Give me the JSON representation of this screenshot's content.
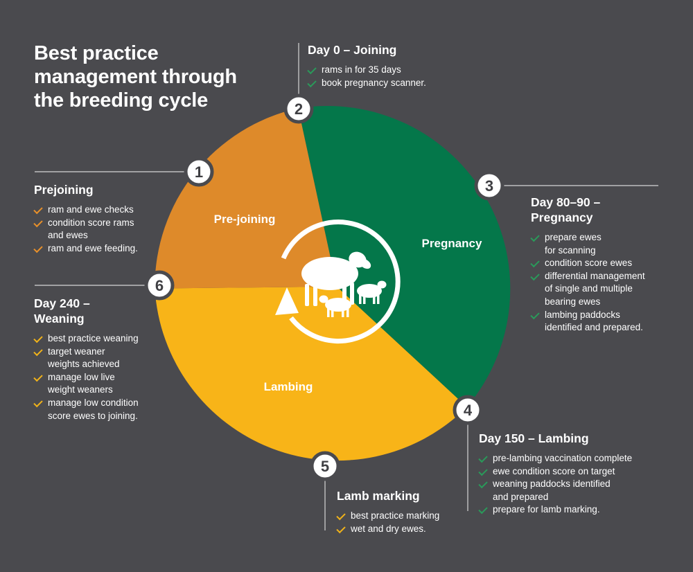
{
  "title": "Best practice management through the breeding cycle",
  "stages": [
    {
      "number": "2",
      "heading": "Day 0 – Joining",
      "check_color": "green",
      "items": [
        "rams in for 35 days",
        "book pregnancy scanner."
      ]
    },
    {
      "number": "3",
      "heading": "Day 80–90 – Pregnancy",
      "check_color": "green",
      "items": [
        "prepare ewes for scanning",
        "condition score ewes",
        "differential management of single and multiple bearing ewes",
        "lambing paddocks identified and prepared."
      ]
    },
    {
      "number": "4",
      "heading": "Day 150 – Lambing",
      "check_color": "green",
      "items": [
        "pre-lambing vaccination complete",
        "ewe condition score on target",
        "weaning paddocks identified and prepared",
        "prepare for lamb marking."
      ]
    },
    {
      "number": "5",
      "heading": "Lamb marking",
      "check_color": "yellow",
      "items": [
        "best practice marking",
        "wet and dry ewes."
      ]
    },
    {
      "number": "6",
      "heading": "Day 240 – Weaning",
      "check_color": "yellow",
      "items": [
        "best practice weaning",
        "target weaner weights achieved",
        "manage low live weight weaners",
        "manage low condition score ewes to joining."
      ]
    },
    {
      "number": "1",
      "heading": "Prejoining",
      "check_color": "orange",
      "items": [
        "ram and ewe checks",
        "condition score rams and ewes",
        "ram and ewe feeding."
      ]
    }
  ],
  "segments": [
    {
      "label": "Pre-joining",
      "color": "#de8a2a"
    },
    {
      "label": "Pregnancy",
      "color": "#04774a"
    },
    {
      "label": "Lambing",
      "color": "#f8b418"
    }
  ],
  "colors": {
    "background": "#4a4a4e",
    "marker_ring": "#4a4a4e",
    "leader_line": "#d8d8d8"
  },
  "icons": {
    "center": "sheep-cycle-icon",
    "check": "check-icon"
  }
}
